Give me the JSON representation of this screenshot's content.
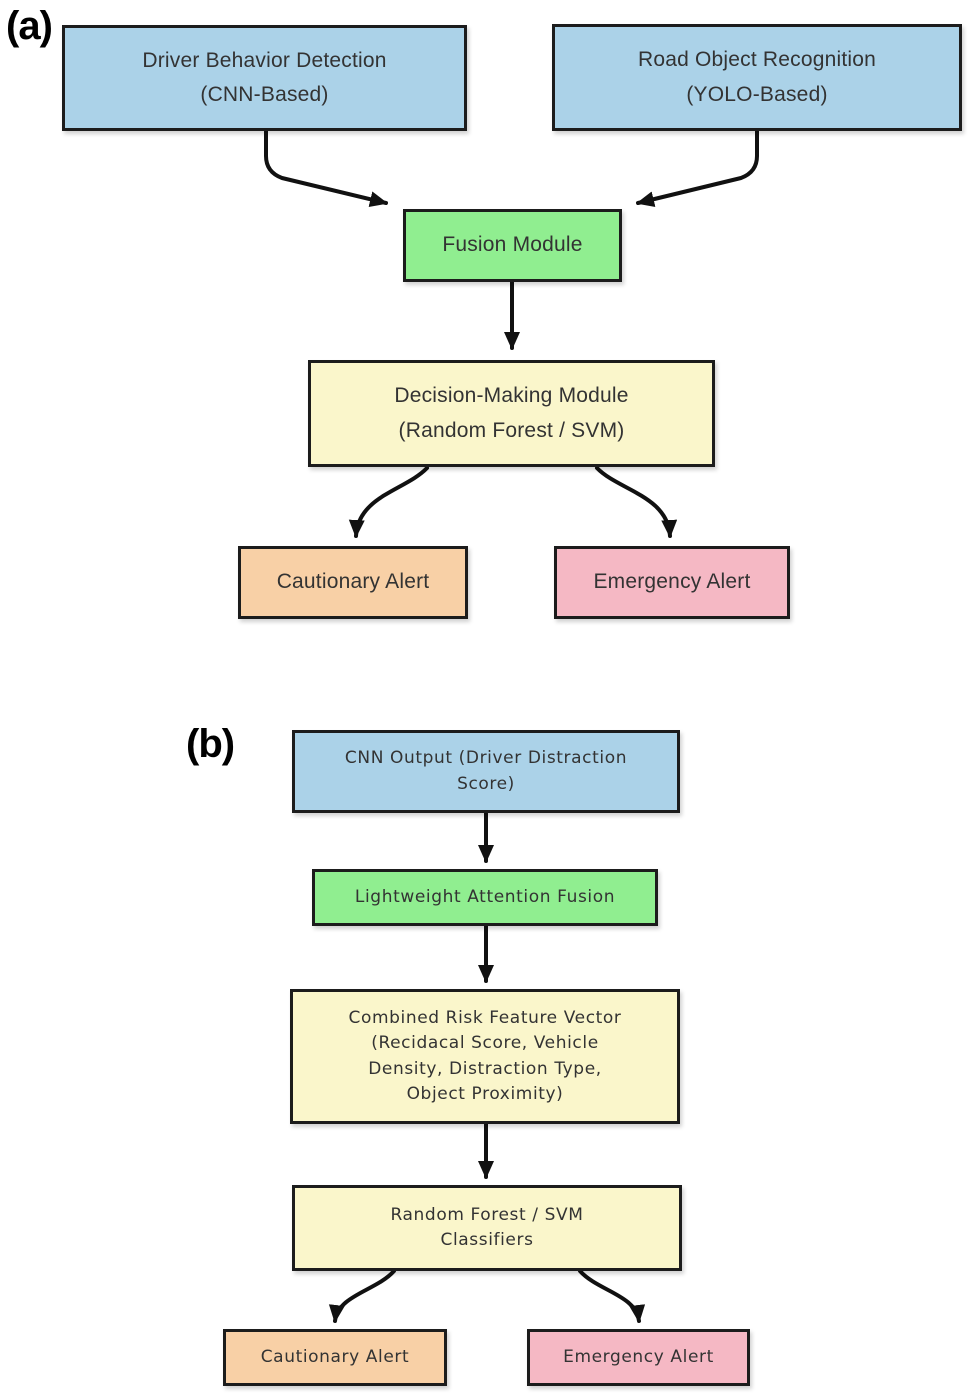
{
  "figure": {
    "type": "flowchart",
    "panels": [
      "a",
      "b"
    ]
  },
  "colors": {
    "input_blue": "#abd2e8",
    "fusion_green": "#90ee90",
    "process_yellow": "#faf6cb",
    "caution_orange": "#f8d0a6",
    "emergency_pink": "#f5b8c4",
    "border": "#1c1c1c",
    "arrow": "#111111"
  },
  "diagram_a": {
    "label": "(a)",
    "nodes": {
      "driver_behavior": {
        "lines": [
          "Driver Behavior Detection",
          "(CNN-Based)"
        ]
      },
      "road_object": {
        "lines": [
          "Road Object Recognition",
          "(YOLO-Based)"
        ]
      },
      "fusion": {
        "lines": [
          "Fusion Module"
        ]
      },
      "decision": {
        "lines": [
          "Decision-Making Module",
          "(Random Forest / SVM)"
        ]
      },
      "cautionary": {
        "lines": [
          "Cautionary Alert"
        ]
      },
      "emergency": {
        "lines": [
          "Emergency Alert"
        ]
      }
    },
    "edges": [
      {
        "from": "driver_behavior",
        "to": "fusion"
      },
      {
        "from": "road_object",
        "to": "fusion"
      },
      {
        "from": "fusion",
        "to": "decision"
      },
      {
        "from": "decision",
        "to": "cautionary"
      },
      {
        "from": "decision",
        "to": "emergency"
      }
    ]
  },
  "diagram_b": {
    "label": "(b)",
    "nodes": {
      "cnn_output": {
        "lines": [
          "CNN Output (Driver Distraction",
          "Score)"
        ]
      },
      "attention_fusion": {
        "lines": [
          "Lightweight Attention Fusion"
        ]
      },
      "feature_vector": {
        "lines": [
          "Combined Risk Feature Vector",
          "(Recidacal Score, Vehicle",
          "Density, Distraction Type,",
          "Object Proximity)"
        ]
      },
      "classifiers": {
        "lines": [
          "Random Forest / SVM",
          "Classifiers"
        ]
      },
      "cautionary": {
        "lines": [
          "Cautionary Alert"
        ]
      },
      "emergency": {
        "lines": [
          "Emergency Alert"
        ]
      }
    },
    "edges": [
      {
        "from": "cnn_output",
        "to": "attention_fusion"
      },
      {
        "from": "attention_fusion",
        "to": "feature_vector"
      },
      {
        "from": "feature_vector",
        "to": "classifiers"
      },
      {
        "from": "classifiers",
        "to": "cautionary"
      },
      {
        "from": "classifiers",
        "to": "emergency"
      }
    ]
  }
}
